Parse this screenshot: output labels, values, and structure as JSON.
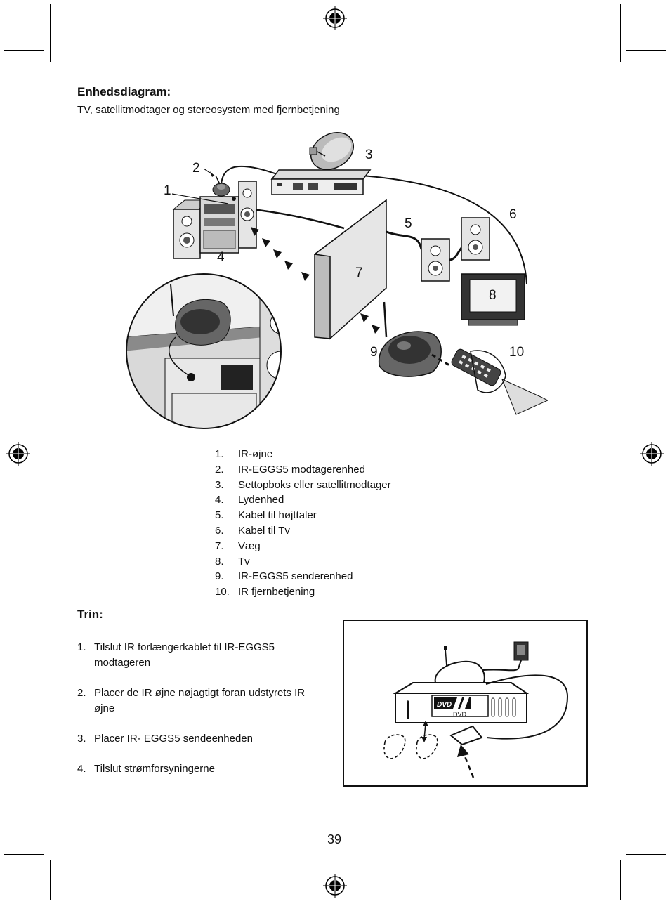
{
  "heading": "Enhedsdiagram:",
  "subtitle": "TV, satellitmodtager og stereosystem med fjernbetjening",
  "diagram_labels": [
    "1",
    "2",
    "3",
    "4",
    "5",
    "6",
    "7",
    "8",
    "9",
    "10"
  ],
  "legend": [
    {
      "num": "1.",
      "text": "IR-øjne"
    },
    {
      "num": "2.",
      "text": "IR-EGGS5 modtagerenhed"
    },
    {
      "num": "3.",
      "text": "Settopboks eller satellitmodtager"
    },
    {
      "num": "4.",
      "text": "Lydenhed"
    },
    {
      "num": "5.",
      "text": "Kabel til højttaler"
    },
    {
      "num": "6.",
      "text": "Kabel til Tv"
    },
    {
      "num": "7.",
      "text": "Væg"
    },
    {
      "num": "8.",
      "text": "Tv"
    },
    {
      "num": "9.",
      "text": "IR-EGGS5 senderenhed"
    },
    {
      "num": "10.",
      "text": "IR fjernbetjening"
    }
  ],
  "steps_heading": "Trin:",
  "steps": [
    {
      "num": "1.",
      "text": "Tilslut IR forlængerkablet til IR-EGGS5 modtageren"
    },
    {
      "num": "2.",
      "text": "Placer de IR øjne nøjagtigt foran udstyrets IR øjne"
    },
    {
      "num": "3.",
      "text": "Placer IR- EGGS5 sendeenheden"
    },
    {
      "num": "4.",
      "text": "Tilslut strømforsyningerne"
    }
  ],
  "dvd_logo": "DVD",
  "dvd_label": "DVD",
  "page_number": "39"
}
